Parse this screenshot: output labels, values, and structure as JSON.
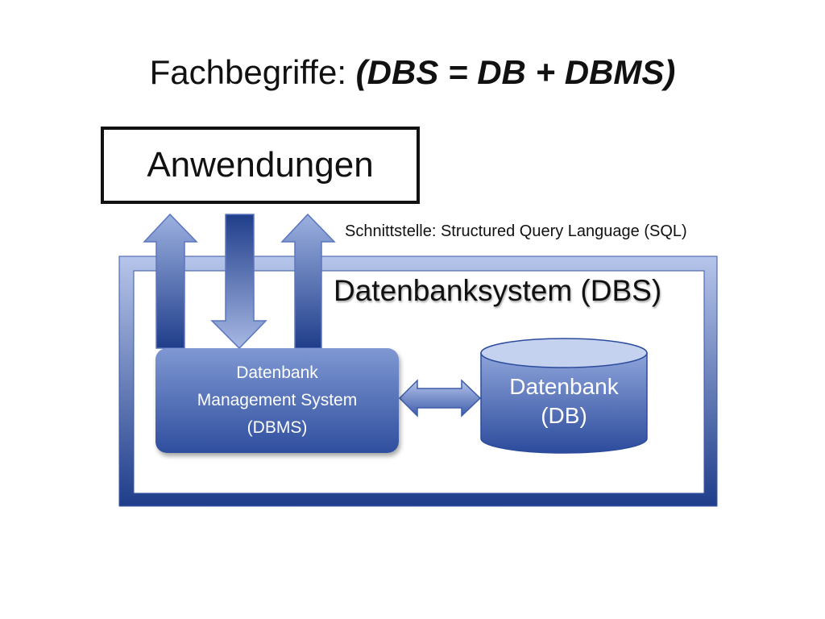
{
  "title": {
    "prefix": "Fachbegriffe: ",
    "emphasis": "(DBS = DB + DBMS)"
  },
  "applications_box": {
    "label": "Anwendungen"
  },
  "interface_label": "Schnittstelle: Structured Query Language (SQL)",
  "dbs_container": {
    "label": "Datenbanksystem (DBS)"
  },
  "dbms_box": {
    "line1": "Datenbank",
    "line2": "Management System",
    "line3": "(DBMS)"
  },
  "database_cylinder": {
    "line1": "Datenbank",
    "line2": "(DB)"
  },
  "colors": {
    "light_blue": "#a7b8e3",
    "mid_blue": "#5a76c0",
    "dark_blue": "#1f3d8a",
    "text": "#111111"
  }
}
